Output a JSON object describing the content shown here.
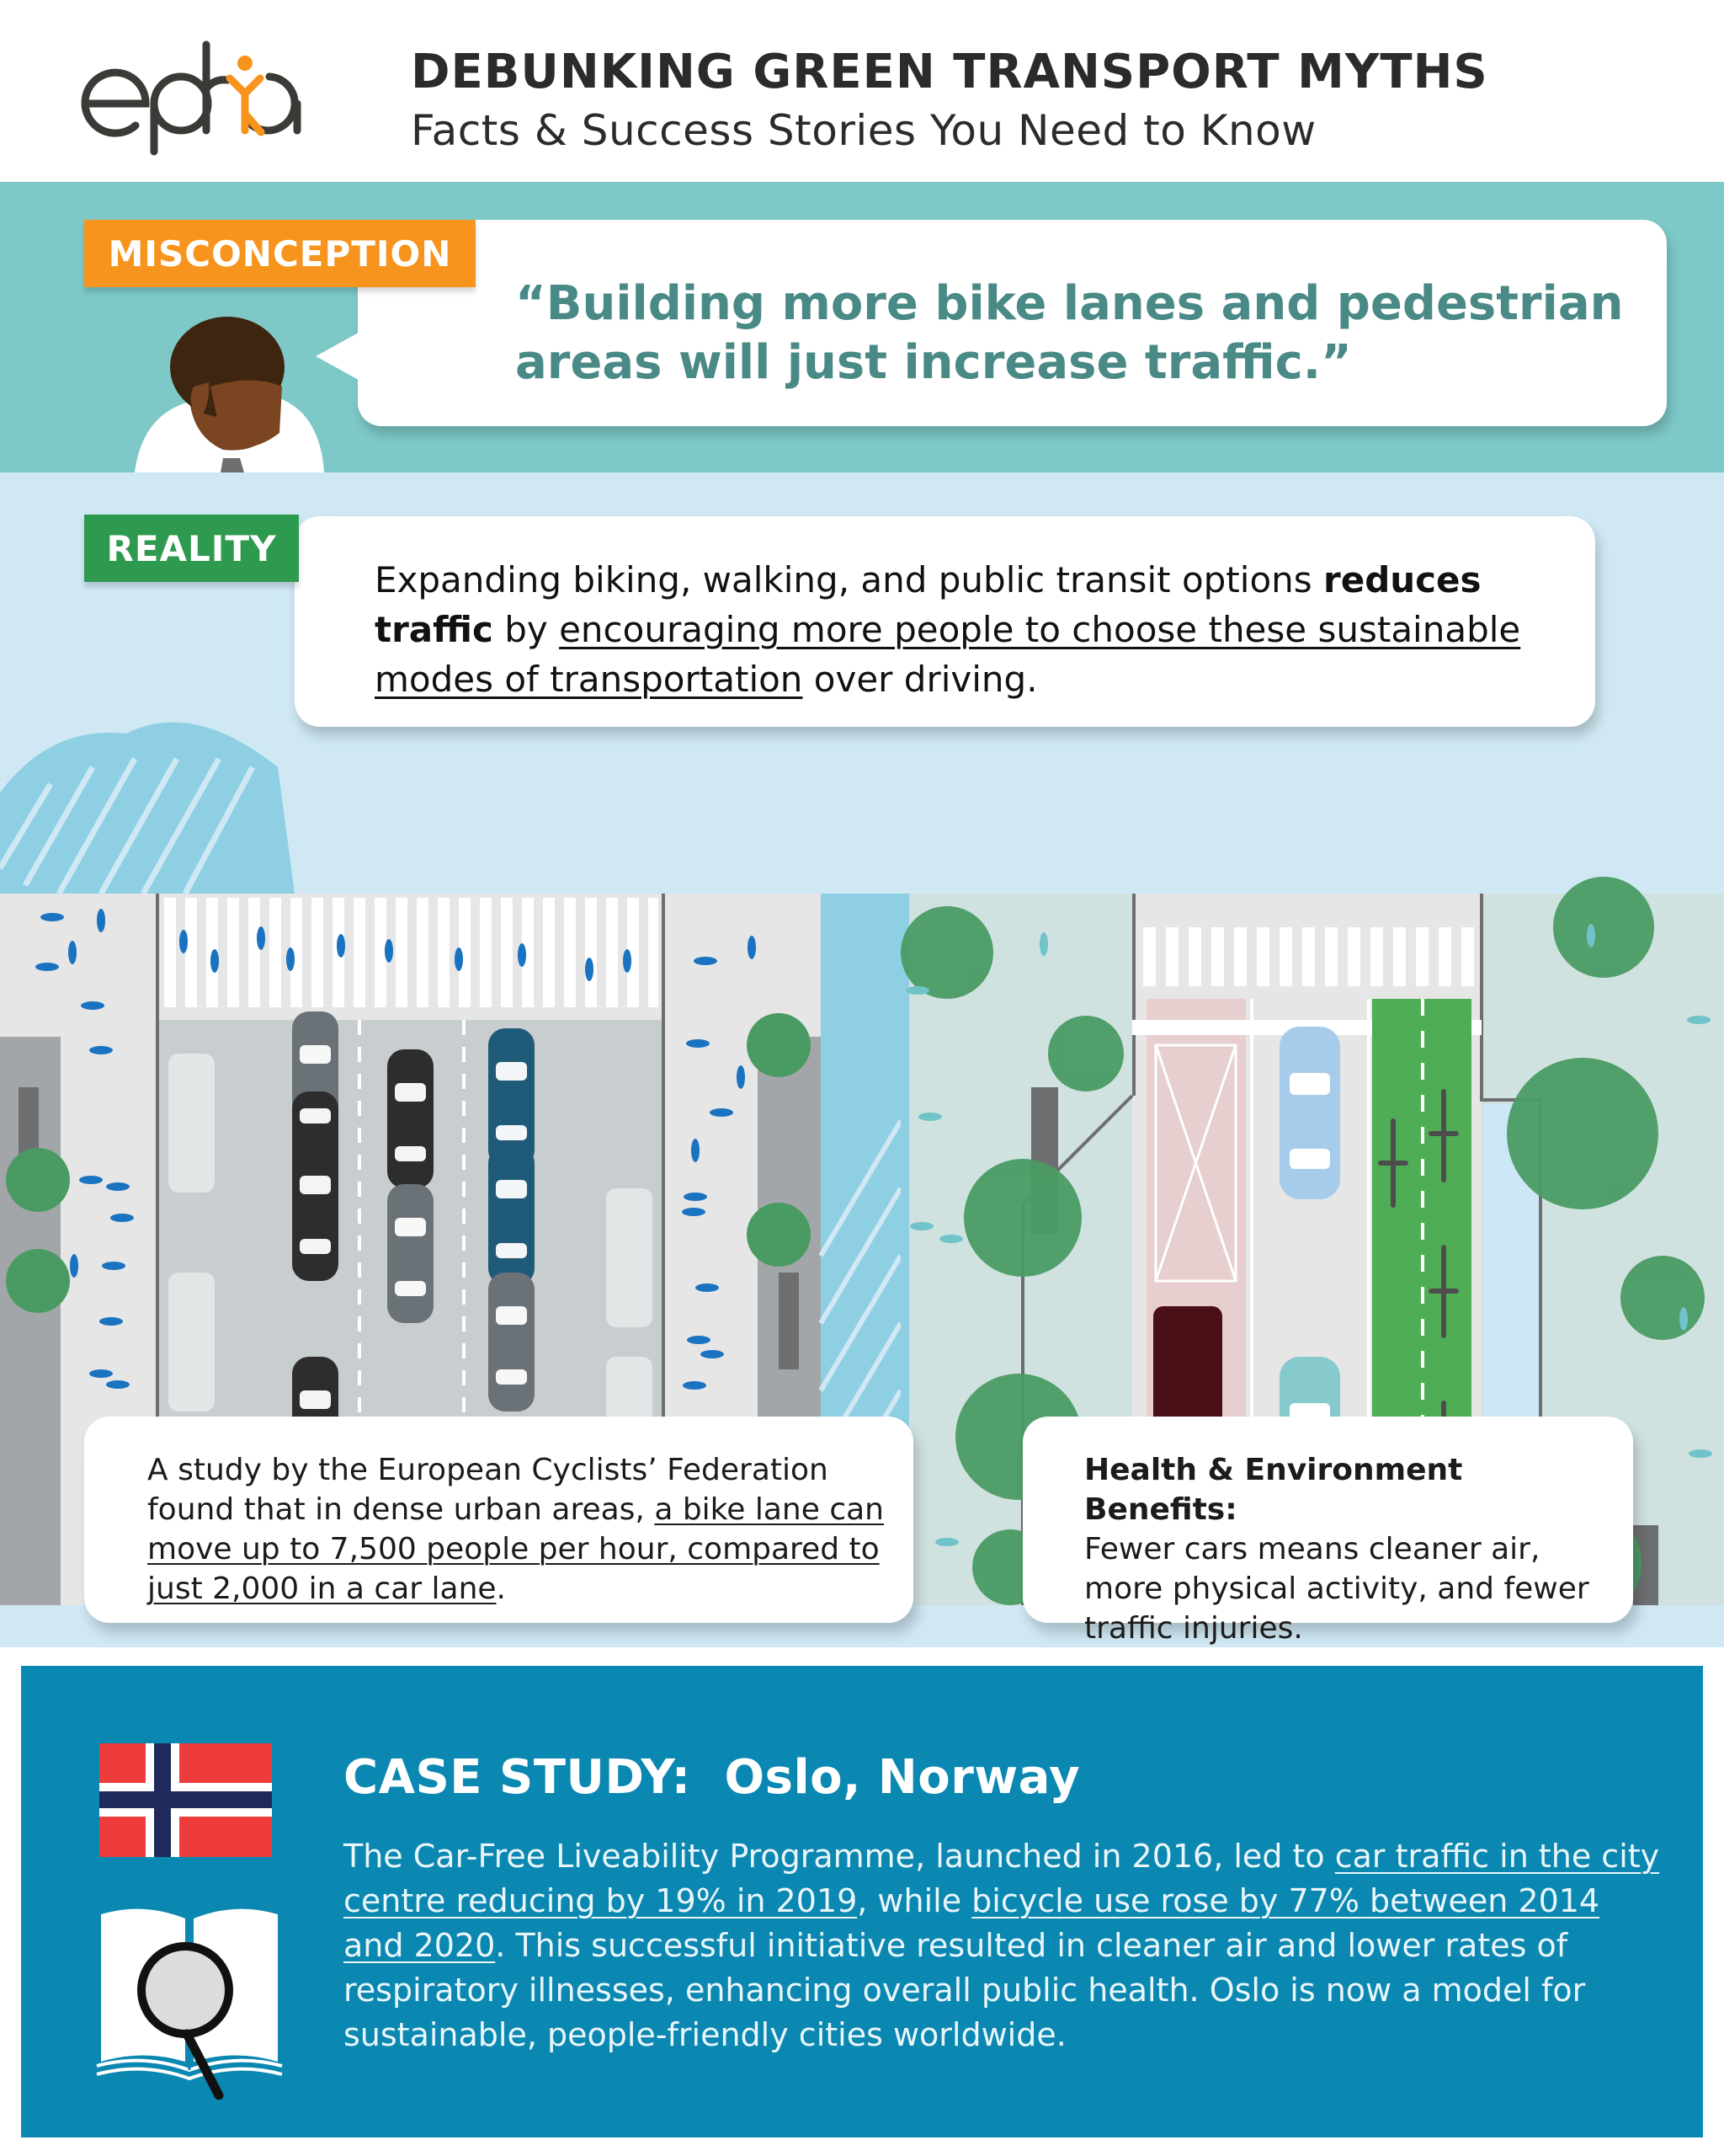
{
  "header": {
    "logo_text": "ephra",
    "title": "DEBUNKING GREEN TRANSPORT MYTHS",
    "subtitle": "Facts & Success Stories You Need to Know"
  },
  "misconception": {
    "label": "MISCONCEPTION",
    "quote": "“Building more bike lanes and pedestrian areas will just increase traffic.”"
  },
  "reality": {
    "label": "REALITY",
    "text_plain_1": "Expanding biking, walking, and public transit options ",
    "text_bold": "reduces traffic",
    "text_plain_2": " by ",
    "text_underline": "encouraging more people to choose these sustainable modes of transportation",
    "text_plain_3": " over driving."
  },
  "study_card": {
    "text_plain": "A study by the European Cyclists’ Federation found that in dense urban areas, ",
    "text_underline": "a bike lane can move up to 7,500 people per hour, compared to just 2,000 in a car lane",
    "text_end": "."
  },
  "benefits_card": {
    "heading": "Health & Environment Benefits:",
    "text": "Fewer cars means cleaner air, more physical activity, and fewer traffic injuries."
  },
  "case_study": {
    "title": "CASE STUDY:  Oslo, Norway",
    "text_1": "The Car-Free Liveability Programme, launched in 2016, led to ",
    "underline_1": "car traffic in the city centre reducing by 19% in 2019",
    "text_2": ", while ",
    "underline_2": "bicycle use rose by 77% between 2014 and 2020",
    "text_3": ". This successful initiative resulted in cleaner air and lower rates of respiratory illnesses, enhancing overall public health. Oslo is now a model for sustainable, people-friendly cities worldwide."
  },
  "colors": {
    "misconception_orange": "#f7941d",
    "reality_green": "#2e9a4f",
    "teal_band": "#7ec8c8",
    "light_blue_bg": "#cfe8f3",
    "case_blue": "#0b88b1",
    "quote_teal": "#4a8a86"
  }
}
